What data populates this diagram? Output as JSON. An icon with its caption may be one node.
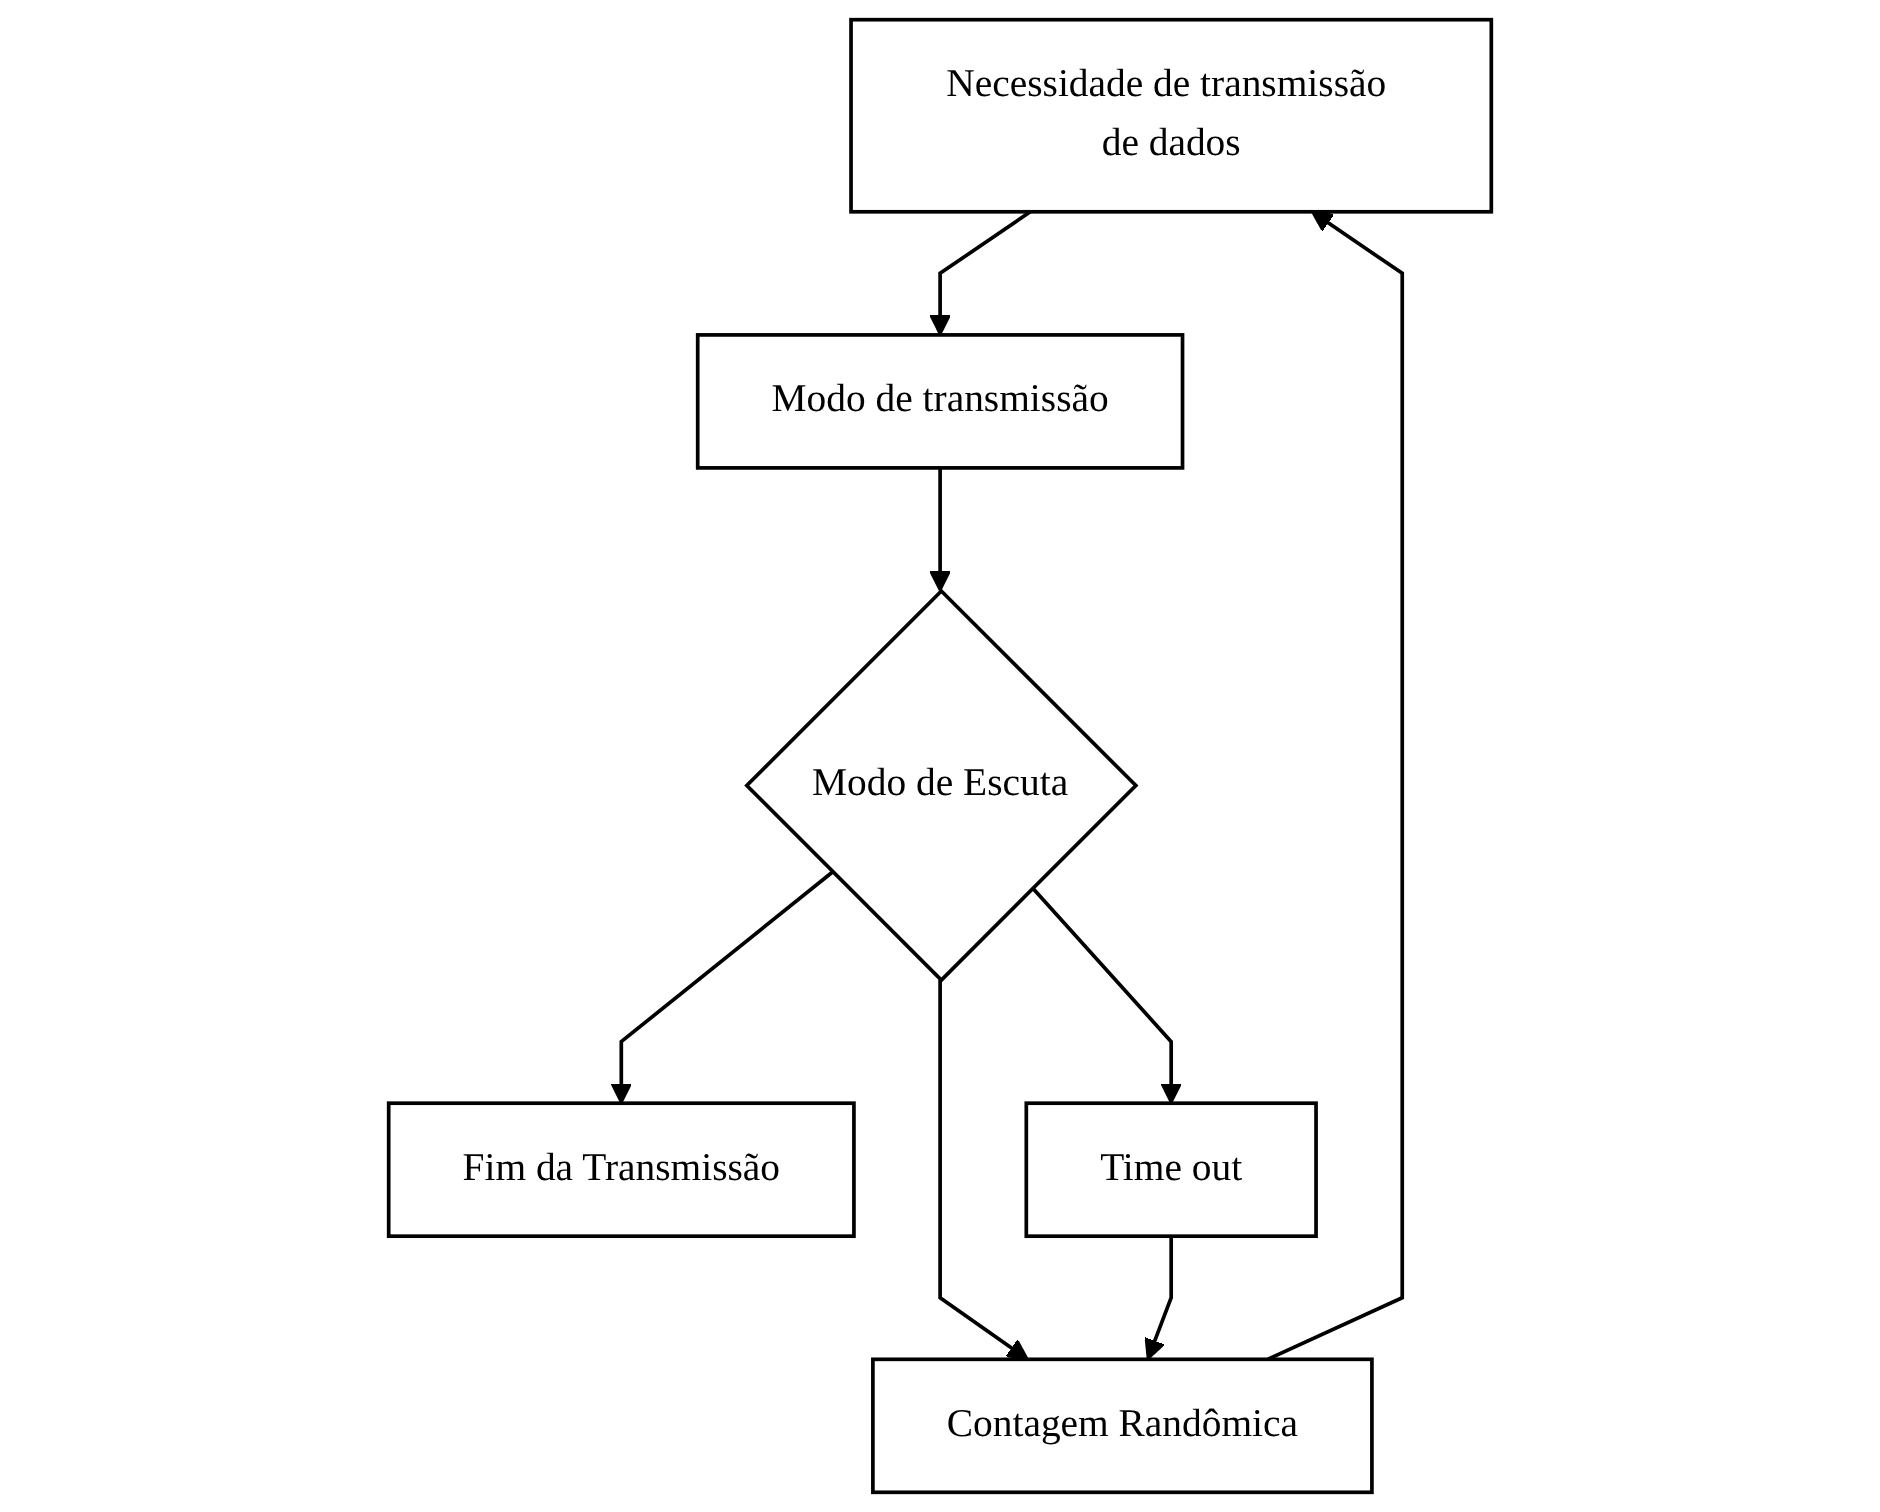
{
  "diagram": {
    "nodes": [
      {
        "text": [
          "Necessidade de transmissão de dados"
        ]
      },
      {
        "text": [
          "Modo de transmissão"
        ]
      },
      {
        "text": [
          "Modo de Escuta"
        ]
      },
      {
        "text": [
          "Contagem Randômica"
        ]
      },
      {
        "text": [
          "Fim da Transmissão"
        ]
      },
      {
        "text": [
          "Time out"
        ]
      }
    ],
    "edges": [
      {
        "from": 0,
        "to": 1,
        "arrow": "to"
      },
      {
        "from": 1,
        "to": 2,
        "arrow": "to"
      },
      {
        "from": 2,
        "to": 3,
        "arrow": "to"
      },
      {
        "from": 2,
        "to": 4,
        "arrow": "to"
      },
      {
        "from": 2,
        "to": 5,
        "arrow": "to"
      },
      {
        "from": 5,
        "to": 3,
        "arrow": "to"
      },
      {
        "from": 3,
        "to": 0,
        "arrow": "to"
      }
    ]
  }
}
